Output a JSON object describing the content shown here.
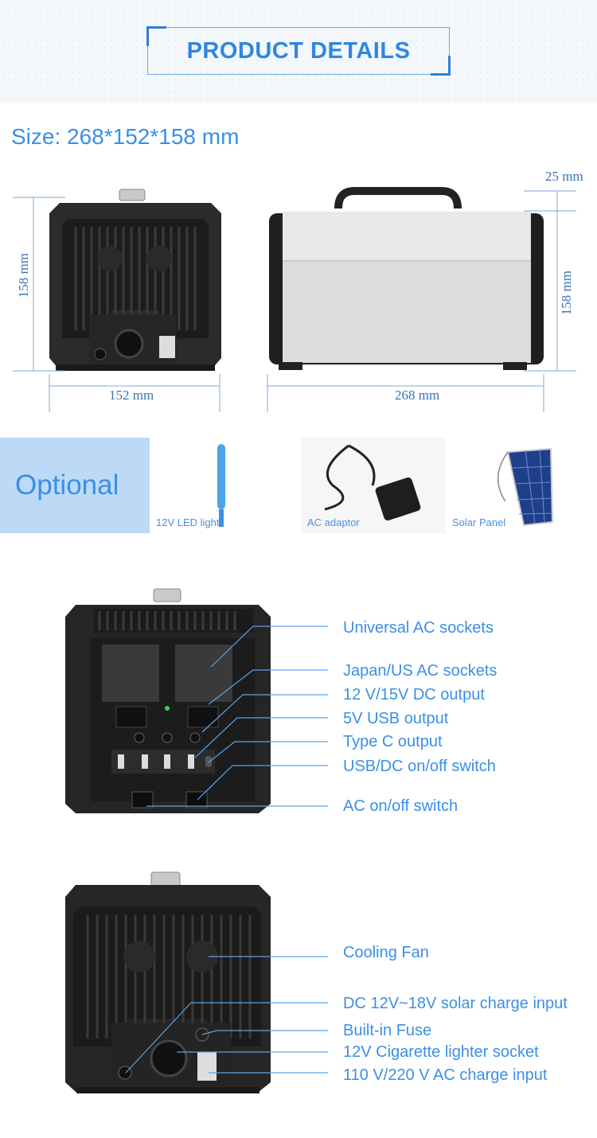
{
  "header": {
    "title": "PRODUCT DETAILS"
  },
  "size": {
    "text": "Size: 268*152*158 mm"
  },
  "dimensions": {
    "front_height": "158 mm",
    "front_width": "152 mm",
    "side_width": "268 mm",
    "side_height": "158 mm",
    "handle": "25 mm"
  },
  "optional": {
    "label": "Optional",
    "items": [
      {
        "caption": "12V LED light"
      },
      {
        "caption": "AC adaptor"
      },
      {
        "caption": "Solar Panel"
      }
    ]
  },
  "front_panel": {
    "callouts": [
      "Universal AC sockets",
      "Japan/US AC sockets",
      "12 V/15V DC output",
      "5V USB output",
      "Type C output",
      "USB/DC on/off switch",
      "AC on/off switch"
    ]
  },
  "back_panel": {
    "callouts": [
      "Cooling Fan",
      "DC 12V~18V solar charge input",
      "Built-in Fuse",
      "12V Cigarette lighter socket",
      "110 V/220 V AC charge input"
    ]
  },
  "colors": {
    "accent": "#3b8fe6",
    "dim": "#3a74b8",
    "panel": "#bcdaf6"
  }
}
